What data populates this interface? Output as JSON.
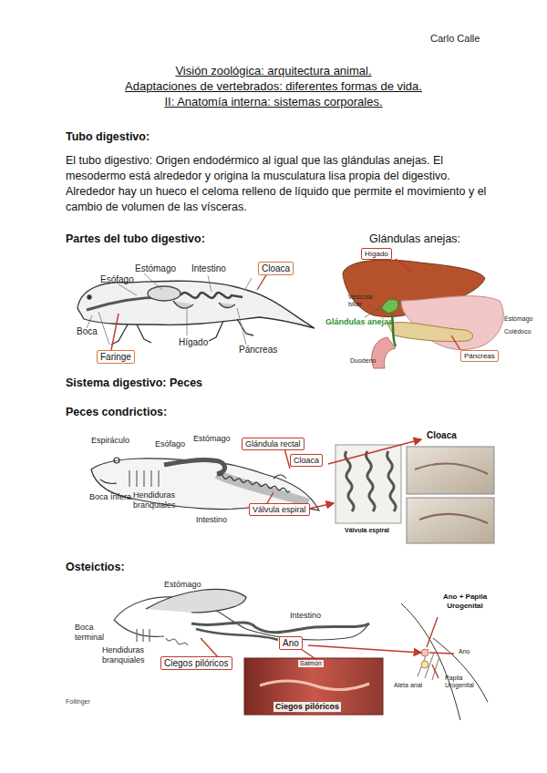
{
  "diagram": {
    "title": "Visión zoológica: arquitectura animal.",
    "nodes": [
      {
        "text": [
          "Faringe"
        ]
      },
      {
        "text": [
          "Cloaca"
        ]
      },
      {
        "text": [
          "Hígado"
        ]
      },
      {
        "text": [
          "Páncreas"
        ]
      },
      {
        "text": [
          "Glándula rectal"
        ]
      },
      {
        "text": [
          "Cloaca"
        ]
      },
      {
        "text": [
          "Válvula espiral"
        ]
      },
      {
        "text": [
          "Ciegos pilóricos"
        ]
      },
      {
        "text": [
          "Ano"
        ]
      }
    ],
    "labels": [
      "Carlo Calle",
      "Adaptaciones de vertebrados: diferentes formas de vida.",
      "II: Anatomía interna: sistemas corporales.",
      "Tubo digestivo:",
      "El tubo digestivo: Origen endodérmico al igual que las glándulas anejas. El mesodermo está alrededor y origina la musculatura lisa propia del digestivo. Alrededor hay un hueco el celoma relleno de líquido que permite el movimiento y el cambio de volumen de las vísceras.",
      "Partes del tubo digestivo:",
      "Glándulas anejas:",
      "Estómago",
      "Intestino",
      "Esófago",
      "Boca",
      "Hígado",
      "Páncreas",
      "Vesícula biliar",
      "Glándulas anejas",
      "Estómago",
      "Colédoco",
      "Duodeno",
      "Sistema digestivo: Peces",
      "Peces condrictios:",
      "Espiráculo",
      "Esófago",
      "Estómago",
      "Boca ínfera",
      "Hendiduras branquiales",
      "Intestino",
      "Cloaca",
      "Válvula espiral",
      "Osteictios:",
      "Estómago",
      "Intestino",
      "Boca terminal",
      "Hendiduras branquiales",
      "Ano + Papila Urogenital",
      "Ano",
      "Aleta anal",
      "Papila Urogenital",
      "Salmón",
      "Ciegos pilóricos",
      "Foilinger"
    ]
  }
}
